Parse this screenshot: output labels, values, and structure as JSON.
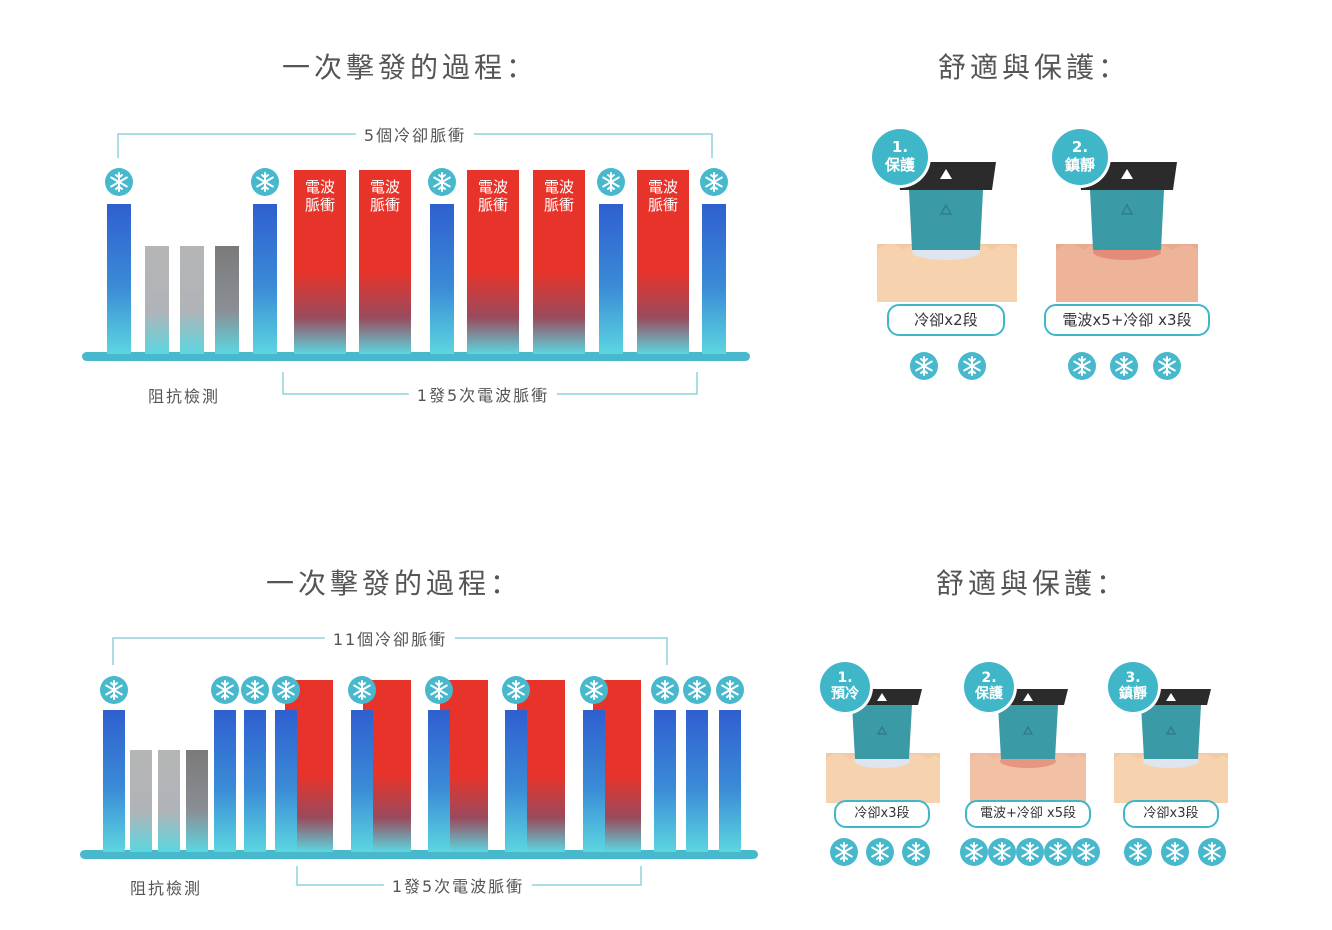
{
  "sections": [
    {
      "process_title": "一次擊發的過程：",
      "cooling_bracket_label": "5個冷卻脈衝",
      "impedance_label": "阻抗檢測",
      "rf_bracket_label": "1發5次電波脈衝",
      "rf_bar_text": [
        "電波",
        "脈衝"
      ],
      "comfort_title": "舒適與保護：",
      "steps": [
        {
          "number": "1.",
          "name": "保護",
          "pill": "冷卻x2段",
          "snowflakes": 2
        },
        {
          "number": "2.",
          "name": "鎮靜",
          "pill": "電波x5+冷卻 x3段",
          "snowflakes": 3
        }
      ]
    },
    {
      "process_title": "一次擊發的過程：",
      "cooling_bracket_label": "11個冷卻脈衝",
      "impedance_label": "阻抗檢測",
      "rf_bracket_label": "1發5次電波脈衝",
      "comfort_title": "舒適與保護：",
      "steps": [
        {
          "number": "1.",
          "name": "預冷",
          "pill": "冷卻x3段",
          "snowflakes": 3
        },
        {
          "number": "2.",
          "name": "保護",
          "pill": "電波+冷卻 x5段",
          "snowflakes": 5
        },
        {
          "number": "3.",
          "name": "鎮靜",
          "pill": "冷卻x3段",
          "snowflakes": 3
        }
      ]
    }
  ],
  "colors": {
    "cooling_blue": "#2f5fd0",
    "rf_red": "#e8332a",
    "teal": "#3fb7c9",
    "gray_light": "#b5b5b5",
    "gray_dark": "#7a7a7a"
  }
}
